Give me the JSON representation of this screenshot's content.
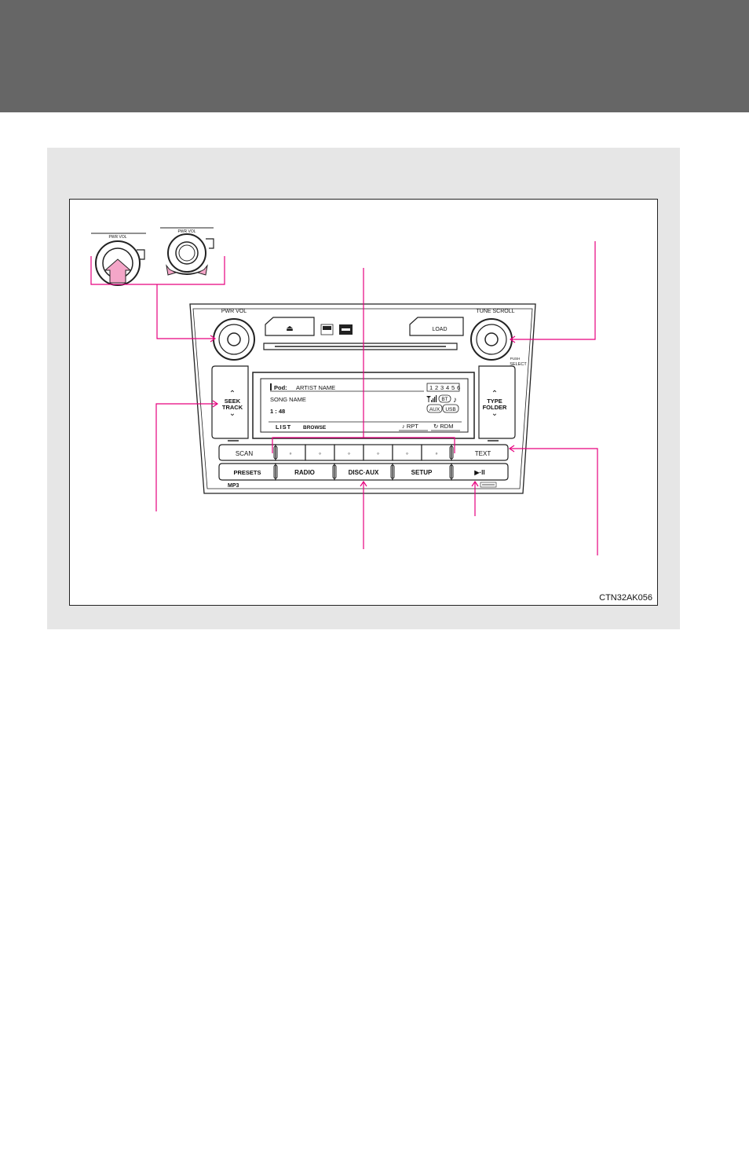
{
  "figure": {
    "code": "CTN32AK056",
    "accent_color": "#e6007e",
    "header_color": "#666666",
    "panel_color": "#e6e6e6"
  },
  "inset": {
    "knob1_label": "PWR VOL",
    "knob2_label": "PWR VOL"
  },
  "head_unit": {
    "left_knob_label": "PWR VOL",
    "right_knob_label": "TUNE SCROLL",
    "push_select_line1": "PUSH",
    "push_select_line2": "SELECT",
    "eject_symbol": "⏏",
    "load_label": "LOAD",
    "seek_line1": "SEEK",
    "seek_line2": "TRACK",
    "type_line1": "TYPE",
    "type_line2": "FOLDER",
    "scan_label": "SCAN",
    "text_label": "TEXT",
    "preset_buttons": [
      "◦",
      "◦",
      "◦",
      "◦",
      "◦",
      "◦"
    ],
    "bottom_buttons": [
      "PRESETS",
      "RADIO",
      "DISC·AUX",
      "SETUP",
      "▶·II"
    ],
    "mp3_label": "MP3",
    "display": {
      "source": "Pod:",
      "artist": "ARTIST NAME",
      "song": "SONG NAME",
      "time": "1 : 48",
      "presets": [
        "1",
        "2",
        "3",
        "4",
        "5",
        "6"
      ],
      "bt": "BT",
      "aux": "AUX",
      "usb": "USB",
      "list": "LIST",
      "browse": "BROWSE",
      "rpt": "♪ RPT",
      "rdm": "↻ RDM"
    }
  }
}
